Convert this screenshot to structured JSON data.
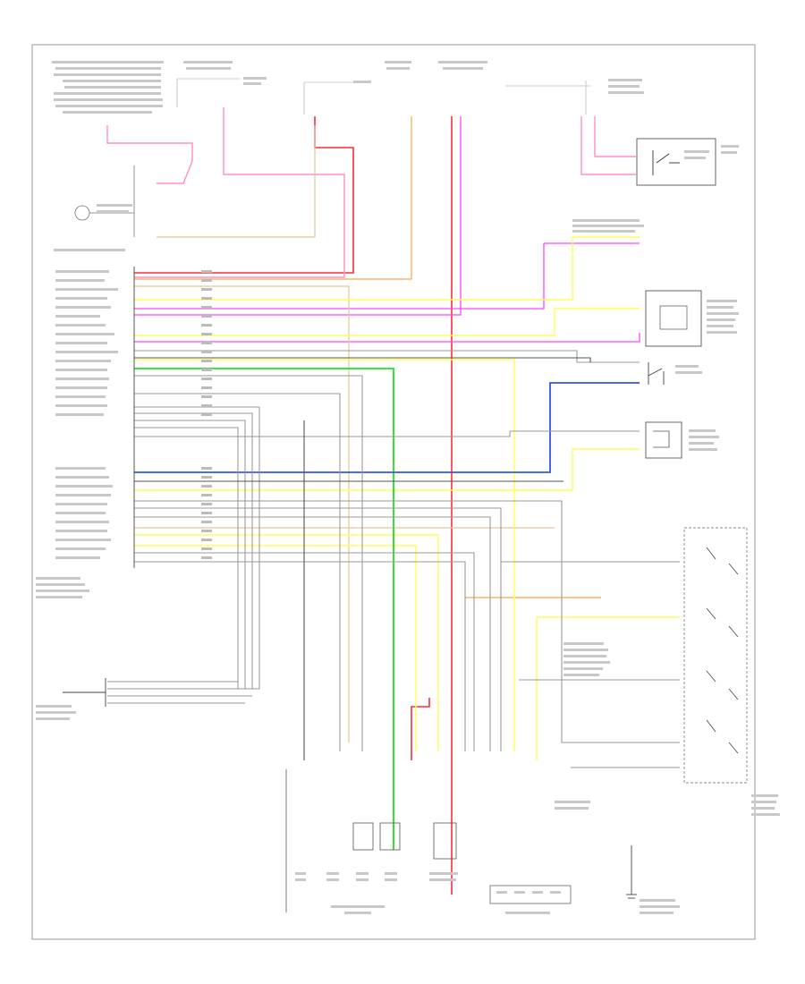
{
  "diagram": {
    "figure_id": "",
    "wire_colors": {
      "red": "#ff2b3a",
      "pink": "#ff8fc6",
      "magenta": "#ff44ff",
      "orange": "#ffa24a",
      "tan": "#e3c898",
      "yellow": "#ffff55",
      "green": "#22e022",
      "blue": "#3355ee",
      "gray": "#9a9a9a",
      "dark_gray": "#555555",
      "black": "#1a1a1a"
    },
    "components": [
      {
        "id": "pcm",
        "icon": "pcm-connector-block"
      },
      {
        "id": "trans-harness",
        "icon": "transmission-solenoid-block"
      },
      {
        "id": "range-switch",
        "icon": "range-switch-block"
      },
      {
        "id": "brake-switch",
        "icon": "switch-block"
      },
      {
        "id": "vss",
        "icon": "sensor-block"
      },
      {
        "id": "trans-temp",
        "icon": "sensor-block"
      },
      {
        "id": "cruise-relay",
        "icon": "relay-block"
      },
      {
        "id": "iac",
        "icon": "motor-block"
      },
      {
        "id": "ground-1",
        "icon": "ground-icon"
      },
      {
        "id": "ground-2",
        "icon": "ground-icon"
      }
    ]
  }
}
